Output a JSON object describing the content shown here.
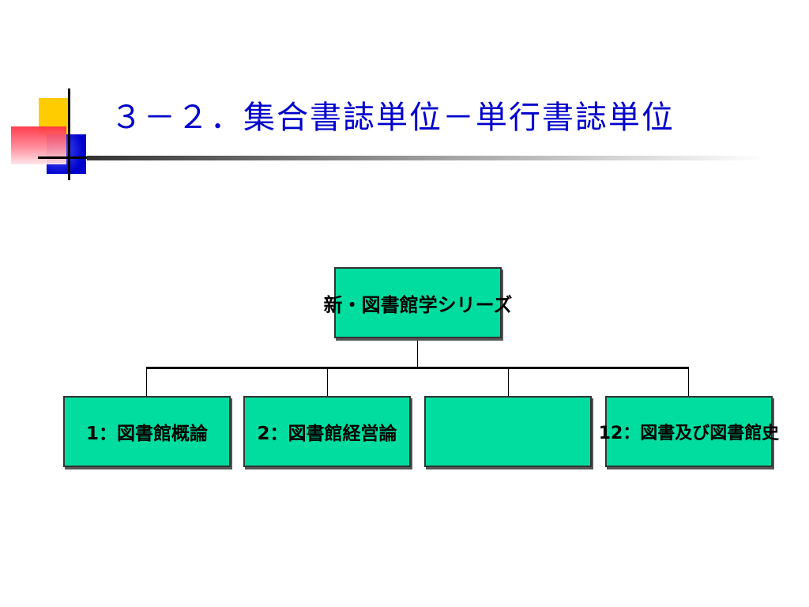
{
  "slide": {
    "title": "３－２．集合書誌単位－単行書誌単位"
  },
  "diagram": {
    "root": {
      "label": "新・図書館学シリーズ"
    },
    "children": [
      {
        "label": "1：図書館概論"
      },
      {
        "label": "2：図書館経営論"
      },
      {
        "label": ""
      },
      {
        "label": "12：図書及び図書館史"
      }
    ]
  },
  "colors": {
    "title": "#0000cc",
    "box_fill": "#00dd9f"
  }
}
